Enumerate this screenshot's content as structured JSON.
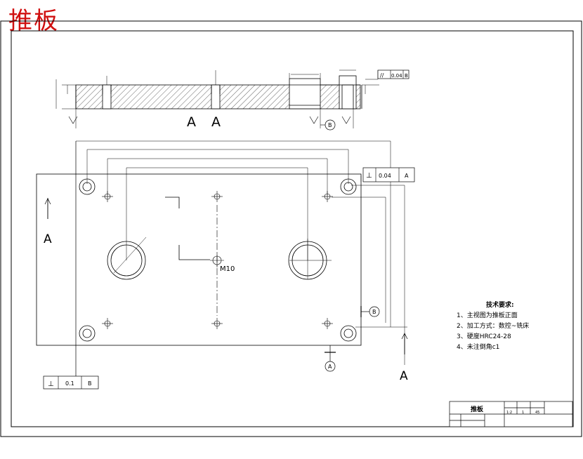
{
  "drawing": {
    "title": "推板",
    "section_view_label": "A A",
    "section_marker": "A",
    "datum_a": "A",
    "datum_b": "B",
    "thread_label": "M10",
    "fcf_top": {
      "symbol": "⊥",
      "tolerance": "0.04",
      "datum": "A"
    },
    "fcf_bottom": {
      "symbol": "⊥",
      "tolerance": "0.1",
      "datum": "B"
    },
    "fcf_section": {
      "symbol": "//",
      "tolerance": "0.04",
      "datum": "B"
    },
    "notes": {
      "title": "技术要求:",
      "items": [
        "1、主视图为推板正面",
        "2、加工方式：数控~铣床",
        "3、硬度HRC24-28",
        "4、未注倒角c1"
      ]
    },
    "title_block": {
      "name": "推板",
      "scale_value": "1:2",
      "qty_value": "1",
      "sheet_value": "45"
    }
  }
}
